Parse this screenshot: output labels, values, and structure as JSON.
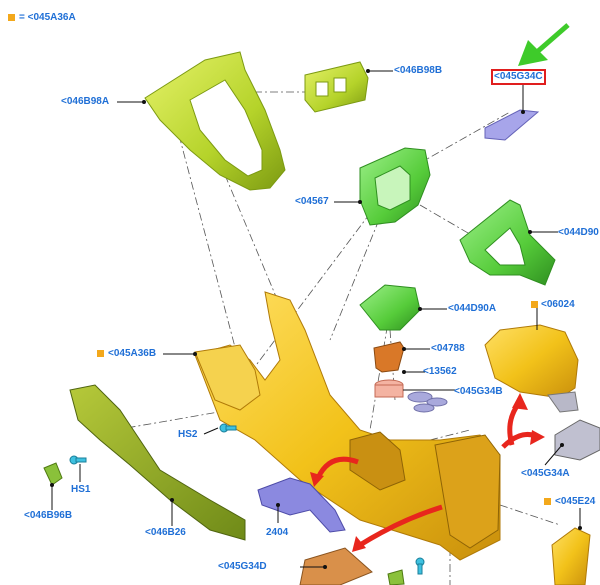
{
  "legend": {
    "symbol_color": "#f3a81b",
    "text": "= <045A36A"
  },
  "colors": {
    "label": "#1f6fd6",
    "highlight": "#e01e1e",
    "arrow_green": "#3ecb2a",
    "arrow_red": "#e8261d",
    "part_yellow": "#f2c21a",
    "part_green": "#56cc3a",
    "part_lime": "#b5d32a",
    "part_lilac": "#9a98e3",
    "part_orange": "#d97828",
    "part_grey": "#b8b8c8"
  },
  "labels": {
    "l045B98A": "<046B98A",
    "l046B98B": "<046B98B",
    "l045G34C": "<045G34C",
    "l04567": "<04567",
    "l044D90": "<044D90",
    "l044D90A": "<044D90A",
    "l06024": "<06024",
    "l045A36B": "<045A36B",
    "l04788": "<04788",
    "l13562": "<13562",
    "l045G34B": "<045G34B",
    "lHS2": "HS2",
    "lHS1": "HS1",
    "l045G34A": "<045G34A",
    "l045E24": "<045E24",
    "l046B96B": "<046B96B",
    "l046B26": "<046B26",
    "l2404": "2404",
    "l045G34D": "<045G34D"
  }
}
